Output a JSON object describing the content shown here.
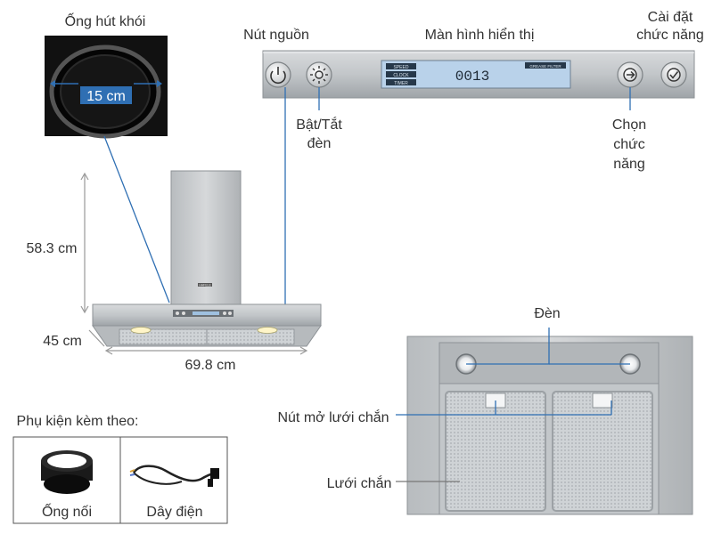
{
  "labels": {
    "pipe": "Ống hút khói",
    "pipe_diameter": "15 cm",
    "power_button": "Nút nguồn",
    "display": "Màn hình hiển thị",
    "settings_line1": "Cài đặt",
    "settings_line2": "chức năng",
    "light_toggle_line1": "Bật/Tắt",
    "light_toggle_line2": "đèn",
    "select_line1": "Chọn",
    "select_line2": "chức",
    "select_line3": "năng",
    "height": "58.3 cm",
    "depth": "45 cm",
    "width": "69.8 cm",
    "lamp": "Đèn",
    "filter_button": "Nút mở lưới chắn",
    "filter": "Lưới chắn",
    "accessories_title": "Phụ kiện kèm theo:",
    "acc_connector": "Ống nối",
    "acc_cable": "Dây điện"
  },
  "lcd": {
    "menu": [
      "SPEED",
      "CLOCK",
      "TIMER"
    ],
    "digits": "0013",
    "badge": "GREASE FILTER"
  },
  "brand": "HAFELE",
  "colors": {
    "leader": "#2f6fb3",
    "steel": "#c9cdd0",
    "lcd_bg": "#b9d2ea",
    "highlight": "#2f6fb3"
  }
}
